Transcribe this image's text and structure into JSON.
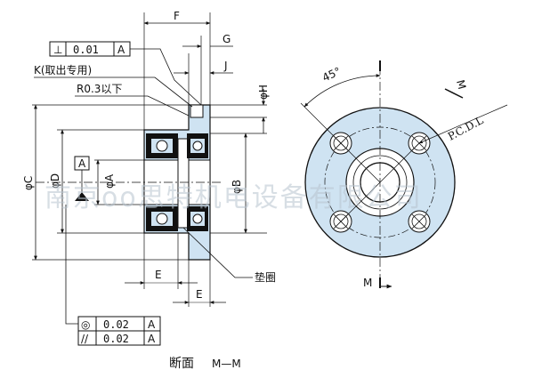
{
  "labels": {
    "F": "F",
    "G": "G",
    "J": "J",
    "phiH": "φH",
    "K": "K(取出专用)",
    "R": "R0.3以下",
    "datumA_top": "A",
    "phiC": "φC",
    "phiD": "φD",
    "phiA": "φA",
    "phiB": "φB",
    "E_left": "E",
    "E_right": "E",
    "spacer": "垫圈",
    "angle": "45°",
    "M_top": "M",
    "pcd": "P.C.D.L",
    "M_bottom": "M",
    "section": "断面",
    "section_mark": "M—M",
    "watermark": "南京oo思特机电设备有限公司"
  },
  "tolerances": {
    "top": {
      "symbol": "⊥",
      "value": "0.01",
      "datum": "A"
    },
    "bottom": [
      {
        "symbol": "◎",
        "value": "0.02",
        "datum": "A"
      },
      {
        "symbol": "//",
        "value": "0.02",
        "datum": "A"
      }
    ]
  },
  "colors": {
    "part_fill": "#cfe3f2",
    "line": "#111111",
    "section_black": "#111111"
  }
}
